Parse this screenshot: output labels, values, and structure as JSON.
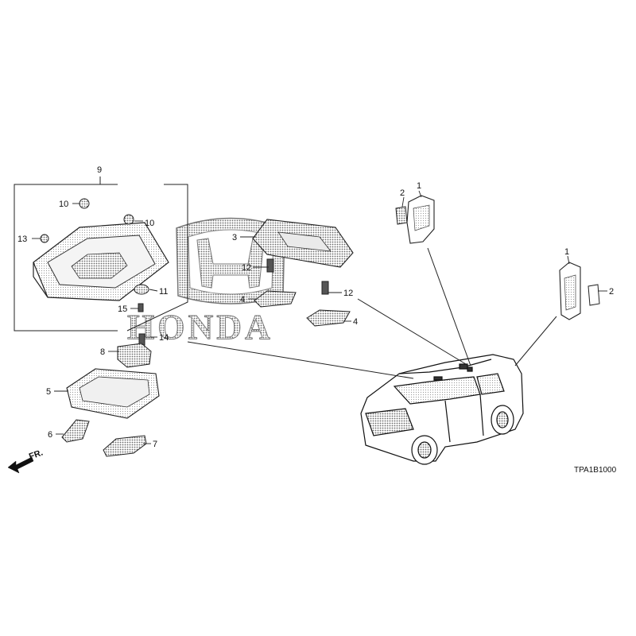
{
  "diagram": {
    "watermark": {
      "brand_text": "HONDA",
      "logo_icon": "honda-h-logo"
    },
    "direction_indicator": {
      "label": "FR.",
      "icon": "front-arrow-icon"
    },
    "figure_code": "TPA1B1000",
    "callouts": {
      "c9": "9",
      "c10a": "10",
      "c10b": "10",
      "c13": "13",
      "c11": "11",
      "c15": "15",
      "c14": "14",
      "c8": "8",
      "c5": "5",
      "c6": "6",
      "c7": "7",
      "c3": "3",
      "c12a": "12",
      "c12b": "12",
      "c4a": "4",
      "c4b": "4",
      "c2a": "2",
      "c1a": "1",
      "c1b": "1",
      "c2b": "2"
    }
  }
}
